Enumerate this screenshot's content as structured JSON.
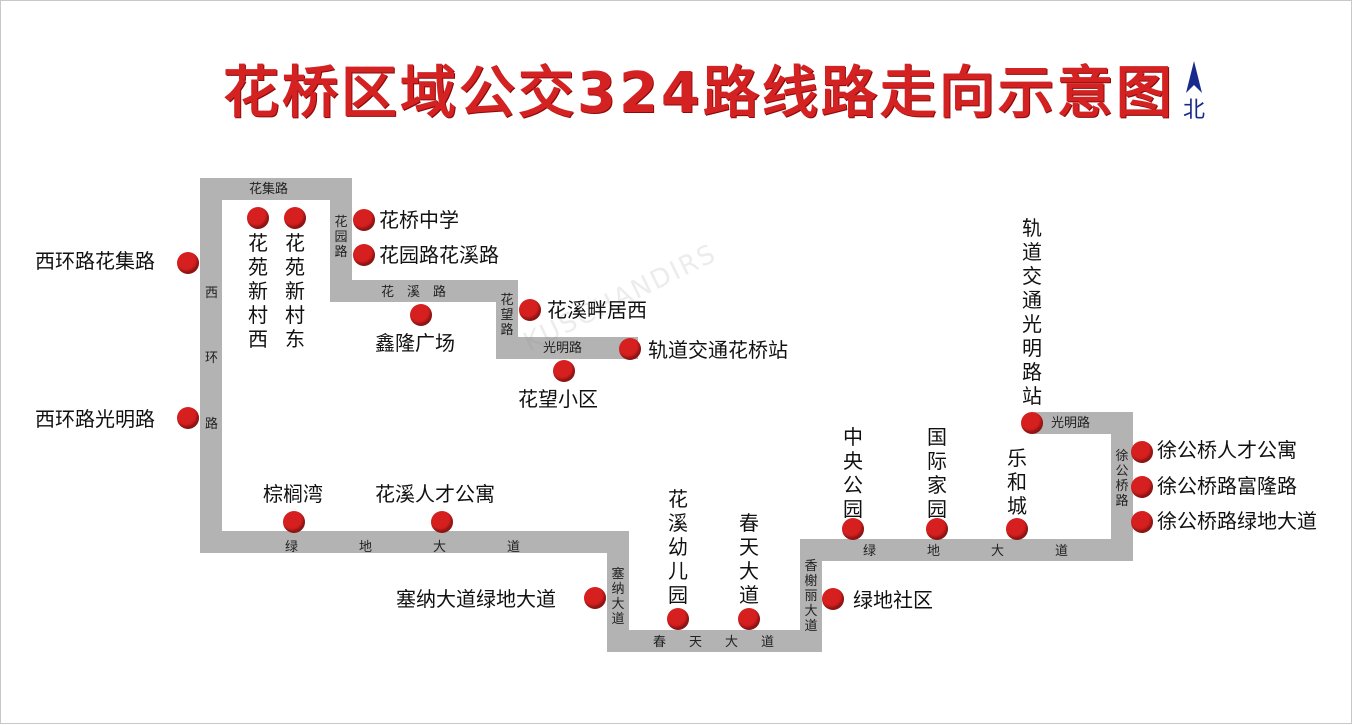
{
  "title": "花桥区域公交324路线路走向示意图",
  "north_label": "北",
  "watermark": "KUSCHANDIRS",
  "colors": {
    "title": "#d42222",
    "stop": "#d61f1f",
    "road": "#b3b3b3",
    "road_text": "#222222"
  },
  "icons": {
    "north_arrow": "north-arrow-icon",
    "stop_marker": "red-dot-icon"
  },
  "roads": [
    {
      "id": "huaji-lu",
      "label": "花集路"
    },
    {
      "id": "huayuan-lu",
      "label": "花园路"
    },
    {
      "id": "huaxi-lu",
      "label": "花　溪　路"
    },
    {
      "id": "huawang-lu",
      "label": "花望路"
    },
    {
      "id": "guangming-lu-w",
      "label": "光明路"
    },
    {
      "id": "xihuan-lu-1",
      "label": "西"
    },
    {
      "id": "xihuan-lu-2",
      "label": "环"
    },
    {
      "id": "xihuan-lu-3",
      "label": "路"
    },
    {
      "id": "lvdi-dadao-w-1",
      "label": "绿"
    },
    {
      "id": "lvdi-dadao-w-2",
      "label": "地"
    },
    {
      "id": "lvdi-dadao-w-3",
      "label": "大"
    },
    {
      "id": "lvdi-dadao-w-4",
      "label": "道"
    },
    {
      "id": "saina-dadao",
      "label": "塞纳大道"
    },
    {
      "id": "chuntian-dadao-1",
      "label": "春"
    },
    {
      "id": "chuntian-dadao-2",
      "label": "天"
    },
    {
      "id": "chuntian-dadao-3",
      "label": "大"
    },
    {
      "id": "chuntian-dadao-4",
      "label": "道"
    },
    {
      "id": "xiangxieli-dadao",
      "label": "香榭丽大道"
    },
    {
      "id": "lvdi-dadao-e-1",
      "label": "绿"
    },
    {
      "id": "lvdi-dadao-e-2",
      "label": "地"
    },
    {
      "id": "lvdi-dadao-e-3",
      "label": "大"
    },
    {
      "id": "lvdi-dadao-e-4",
      "label": "道"
    },
    {
      "id": "xugongqiao-lu",
      "label": "徐公桥路"
    },
    {
      "id": "guangming-lu-e",
      "label": "光明路"
    }
  ],
  "stops": [
    {
      "id": "xihuanlu-huajilu",
      "name": "西环路花集路"
    },
    {
      "id": "xihuanlu-guangminglu",
      "name": "西环路光明路"
    },
    {
      "id": "huayuan-xincun-xi",
      "name": "花苑新村西"
    },
    {
      "id": "huayuan-xincun-dong",
      "name": "花苑新村东"
    },
    {
      "id": "huaqiao-zhongxue",
      "name": "花桥中学"
    },
    {
      "id": "huayuanlu-huaxilu",
      "name": "花园路花溪路"
    },
    {
      "id": "xinlong-guangchang",
      "name": "鑫隆广场"
    },
    {
      "id": "huaxi-panju-xi",
      "name": "花溪畔居西"
    },
    {
      "id": "guidao-huaqiao-zhan",
      "name": "轨道交通花桥站"
    },
    {
      "id": "huawang-xiaoqu",
      "name": "花望小区"
    },
    {
      "id": "zonglvwan",
      "name": "棕榈湾"
    },
    {
      "id": "huaxi-rencai-gongyu",
      "name": "花溪人才公寓"
    },
    {
      "id": "saina-lvdi",
      "name": "塞纳大道绿地大道"
    },
    {
      "id": "huaxi-youeryuan",
      "name": "花溪幼儿园"
    },
    {
      "id": "chuntian-dadao",
      "name": "春天大道"
    },
    {
      "id": "lvdi-shequ",
      "name": "绿地社区"
    },
    {
      "id": "zhongyang-gongyuan",
      "name": "中央公园"
    },
    {
      "id": "guoji-jiayuan",
      "name": "国际家园"
    },
    {
      "id": "lehe-cheng",
      "name": "乐和城"
    },
    {
      "id": "guidao-guangminglu-zhan",
      "name": "轨道交通光明路站"
    },
    {
      "id": "xugongqiao-rencai",
      "name": "徐公桥人才公寓"
    },
    {
      "id": "xugongqiao-fulonglu",
      "name": "徐公桥路富隆路"
    },
    {
      "id": "xugongqiao-lvdi",
      "name": "徐公桥路绿地大道"
    }
  ]
}
